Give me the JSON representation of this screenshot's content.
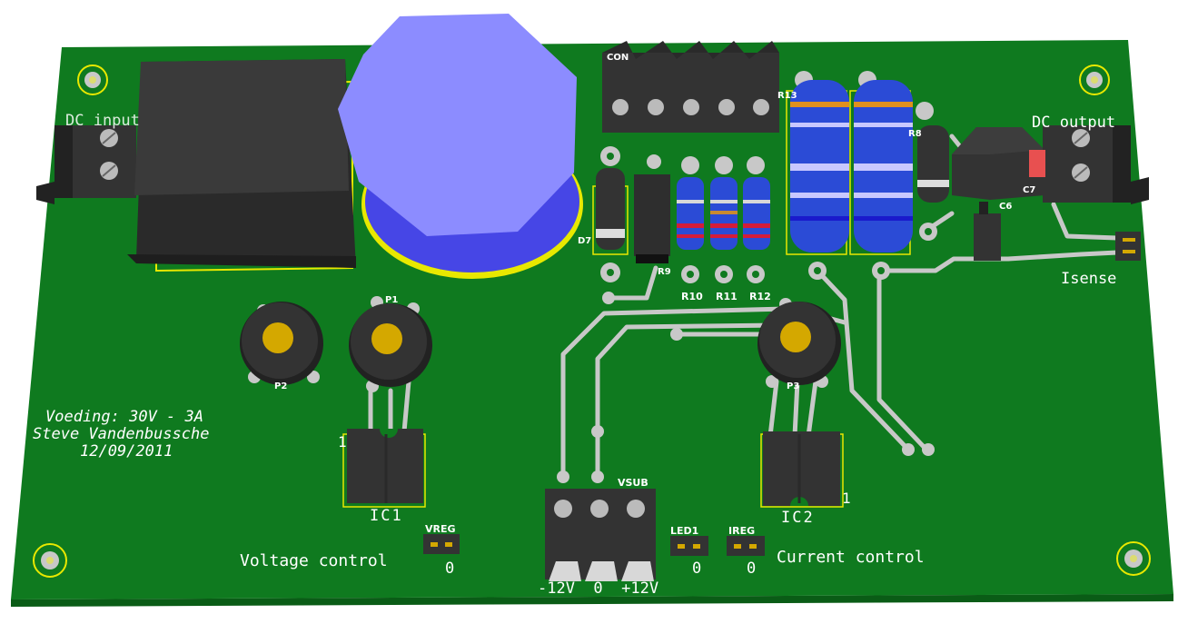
{
  "board": {
    "colors": {
      "pcb": "#0f7a1f",
      "pcb_dark": "#0a5c16",
      "copper_trace": "#c8c8c8",
      "silkscreen": "#ffffff",
      "outline_yellow": "#e8e800",
      "capacitor_top": "#8c8cff",
      "capacitor_side": "#4646e6",
      "resistor_blue": "#2b4bd6",
      "trimmer_knob": "#d4a800",
      "component_black": "#2e2e2e"
    },
    "labels": {
      "dc_input": "DC input",
      "dc_output": "DC output",
      "isense": "Isense",
      "voeding": "Voeding: 30V - 3A",
      "author": "Steve Vandenbussche",
      "date": "12/09/2011",
      "voltage_control": "Voltage control",
      "current_control": "Current control",
      "ic1": "IC1",
      "ic2": "IC2",
      "pin1_left": "1",
      "pin1_right": "1",
      "vsub": "VSUB",
      "vreg": "VREG",
      "led1": "LED1",
      "ireg": "IREG",
      "vreg_value": "0",
      "led1_value": "0",
      "ireg_value": "0",
      "supply_labels": "-12V  0  +12V",
      "p1": "P1",
      "p2": "P2",
      "p3": "P3",
      "d7": "D7",
      "r9": "R9",
      "r10": "R10",
      "r11": "R11",
      "r12": "R12",
      "c6": "C6",
      "c7": "C7",
      "con": "CON",
      "r13": "R13",
      "r8": "R8"
    }
  }
}
